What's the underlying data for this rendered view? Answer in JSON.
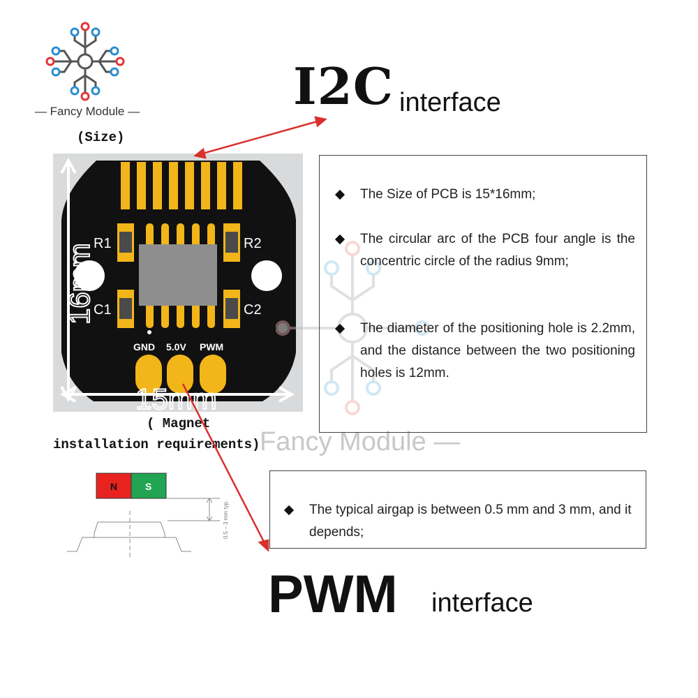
{
  "brand": {
    "name": "Fancy Module"
  },
  "headings": {
    "size": "(Size)",
    "i2c": "I2C",
    "i2c_sub": "interface",
    "pwm": "PWM",
    "pwm_sub": "interface"
  },
  "pcb": {
    "labels": {
      "r1": "R1",
      "r2": "R2",
      "c1": "C1",
      "c2": "C2",
      "gnd": "GND",
      "v5": "5.0V",
      "pwm": "PWM"
    },
    "dims": {
      "height": "16mm",
      "width": "15mm"
    }
  },
  "magnet": {
    "caption_line1": "( Magnet",
    "caption_line2": "installation requirements)",
    "north": "N",
    "south": "S",
    "airgap": "0.5 – 3 mm typ."
  },
  "info_box_1": {
    "bullets": [
      "The Size of PCB is 15*16mm;",
      "The circular arc of the PCB four angle is the concentric circle of the radius 9mm;",
      "The diameter of the positioning hole is 2.2mm, and the distance between the two positioning holes is 12mm."
    ]
  },
  "info_box_2": {
    "bullets": [
      "The typical airgap is between 0.5 mm and 3 mm, and it depends;"
    ]
  },
  "colors": {
    "arrow": "#d9302c",
    "pcb": "#111111",
    "pad": "#f2b51a",
    "magnet_north": "#e8231f",
    "magnet_south": "#22a552",
    "logo_red": "#e0353a",
    "logo_blue": "#2b8ed0"
  }
}
